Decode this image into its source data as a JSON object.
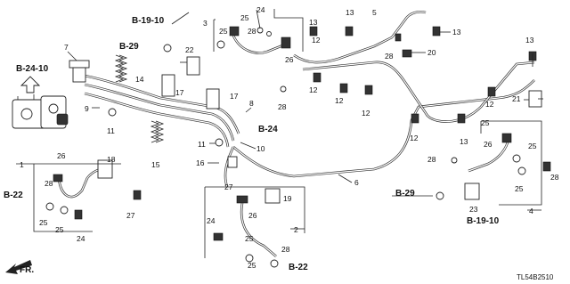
{
  "diagram": {
    "code": "TL54B2510",
    "direction_label": "FR.",
    "refs": {
      "b2410": "B-24-10",
      "b1910_top": "B-19-10",
      "b1910_bottom": "B-19-10",
      "b29_top": "B-29",
      "b29_right": "B-29",
      "b24": "B-24",
      "b22_left": "B-22",
      "b22_bottom": "B-22"
    },
    "callouts": [
      {
        "id": "c1",
        "text": "1"
      },
      {
        "id": "c2",
        "text": "2"
      },
      {
        "id": "c3",
        "text": "3"
      },
      {
        "id": "c4",
        "text": "4"
      },
      {
        "id": "c5",
        "text": "5"
      },
      {
        "id": "c6",
        "text": "6"
      },
      {
        "id": "c7",
        "text": "7"
      },
      {
        "id": "c8",
        "text": "8"
      },
      {
        "id": "c9",
        "text": "9"
      },
      {
        "id": "c10",
        "text": "10"
      },
      {
        "id": "c11a",
        "text": "11"
      },
      {
        "id": "c11b",
        "text": "11"
      },
      {
        "id": "c12a",
        "text": "12"
      },
      {
        "id": "c12b",
        "text": "12"
      },
      {
        "id": "c12c",
        "text": "12"
      },
      {
        "id": "c12d",
        "text": "12"
      },
      {
        "id": "c12e",
        "text": "12"
      },
      {
        "id": "c12f",
        "text": "12"
      },
      {
        "id": "c13a",
        "text": "13"
      },
      {
        "id": "c13b",
        "text": "13"
      },
      {
        "id": "c13c",
        "text": "13"
      },
      {
        "id": "c13d",
        "text": "13"
      },
      {
        "id": "c13e",
        "text": "13"
      },
      {
        "id": "c14",
        "text": "14"
      },
      {
        "id": "c15",
        "text": "15"
      },
      {
        "id": "c16",
        "text": "16"
      },
      {
        "id": "c17a",
        "text": "17"
      },
      {
        "id": "c17b",
        "text": "17"
      },
      {
        "id": "c18",
        "text": "18"
      },
      {
        "id": "c19",
        "text": "19"
      },
      {
        "id": "c20",
        "text": "20"
      },
      {
        "id": "c21",
        "text": "21"
      },
      {
        "id": "c22",
        "text": "22"
      },
      {
        "id": "c23",
        "text": "23"
      },
      {
        "id": "c24a",
        "text": "24"
      },
      {
        "id": "c24b",
        "text": "24"
      },
      {
        "id": "c24c",
        "text": "24"
      },
      {
        "id": "c25a",
        "text": "25"
      },
      {
        "id": "c25b",
        "text": "25"
      },
      {
        "id": "c25c",
        "text": "25"
      },
      {
        "id": "c25d",
        "text": "25"
      },
      {
        "id": "c25e",
        "text": "25"
      },
      {
        "id": "c25f",
        "text": "25"
      },
      {
        "id": "c25g",
        "text": "25"
      },
      {
        "id": "c25h",
        "text": "25"
      },
      {
        "id": "c25i",
        "text": "25"
      },
      {
        "id": "c26a",
        "text": "26"
      },
      {
        "id": "c26b",
        "text": "26"
      },
      {
        "id": "c26c",
        "text": "26"
      },
      {
        "id": "c26d",
        "text": "26"
      },
      {
        "id": "c27a",
        "text": "27"
      },
      {
        "id": "c27b",
        "text": "27"
      },
      {
        "id": "c28a",
        "text": "28"
      },
      {
        "id": "c28b",
        "text": "28"
      },
      {
        "id": "c28c",
        "text": "28"
      },
      {
        "id": "c28d",
        "text": "28"
      },
      {
        "id": "c28e",
        "text": "28"
      },
      {
        "id": "c28f",
        "text": "28"
      },
      {
        "id": "c28g",
        "text": "28"
      }
    ]
  }
}
